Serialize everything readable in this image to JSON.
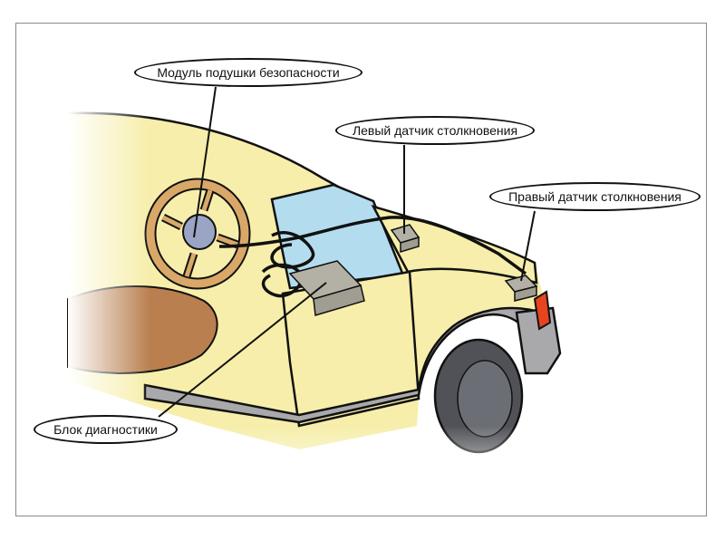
{
  "labels": {
    "airbag_module": "Модуль подушки безопасности",
    "left_sensor": "Левый датчик столкновения",
    "right_sensor": "Правый датчик столкновения",
    "diagnostic_unit": "Блок диагностики"
  },
  "colors": {
    "body": "#f6eeaa",
    "glass": "#b4dcef",
    "wheel": "#d9a868",
    "seat": "#b97f4f",
    "lower_body": "#a9a9ab",
    "tire": "#505258",
    "indicator": "#e8441f",
    "sensor": "#b3b1a5",
    "outline": "#111111"
  }
}
